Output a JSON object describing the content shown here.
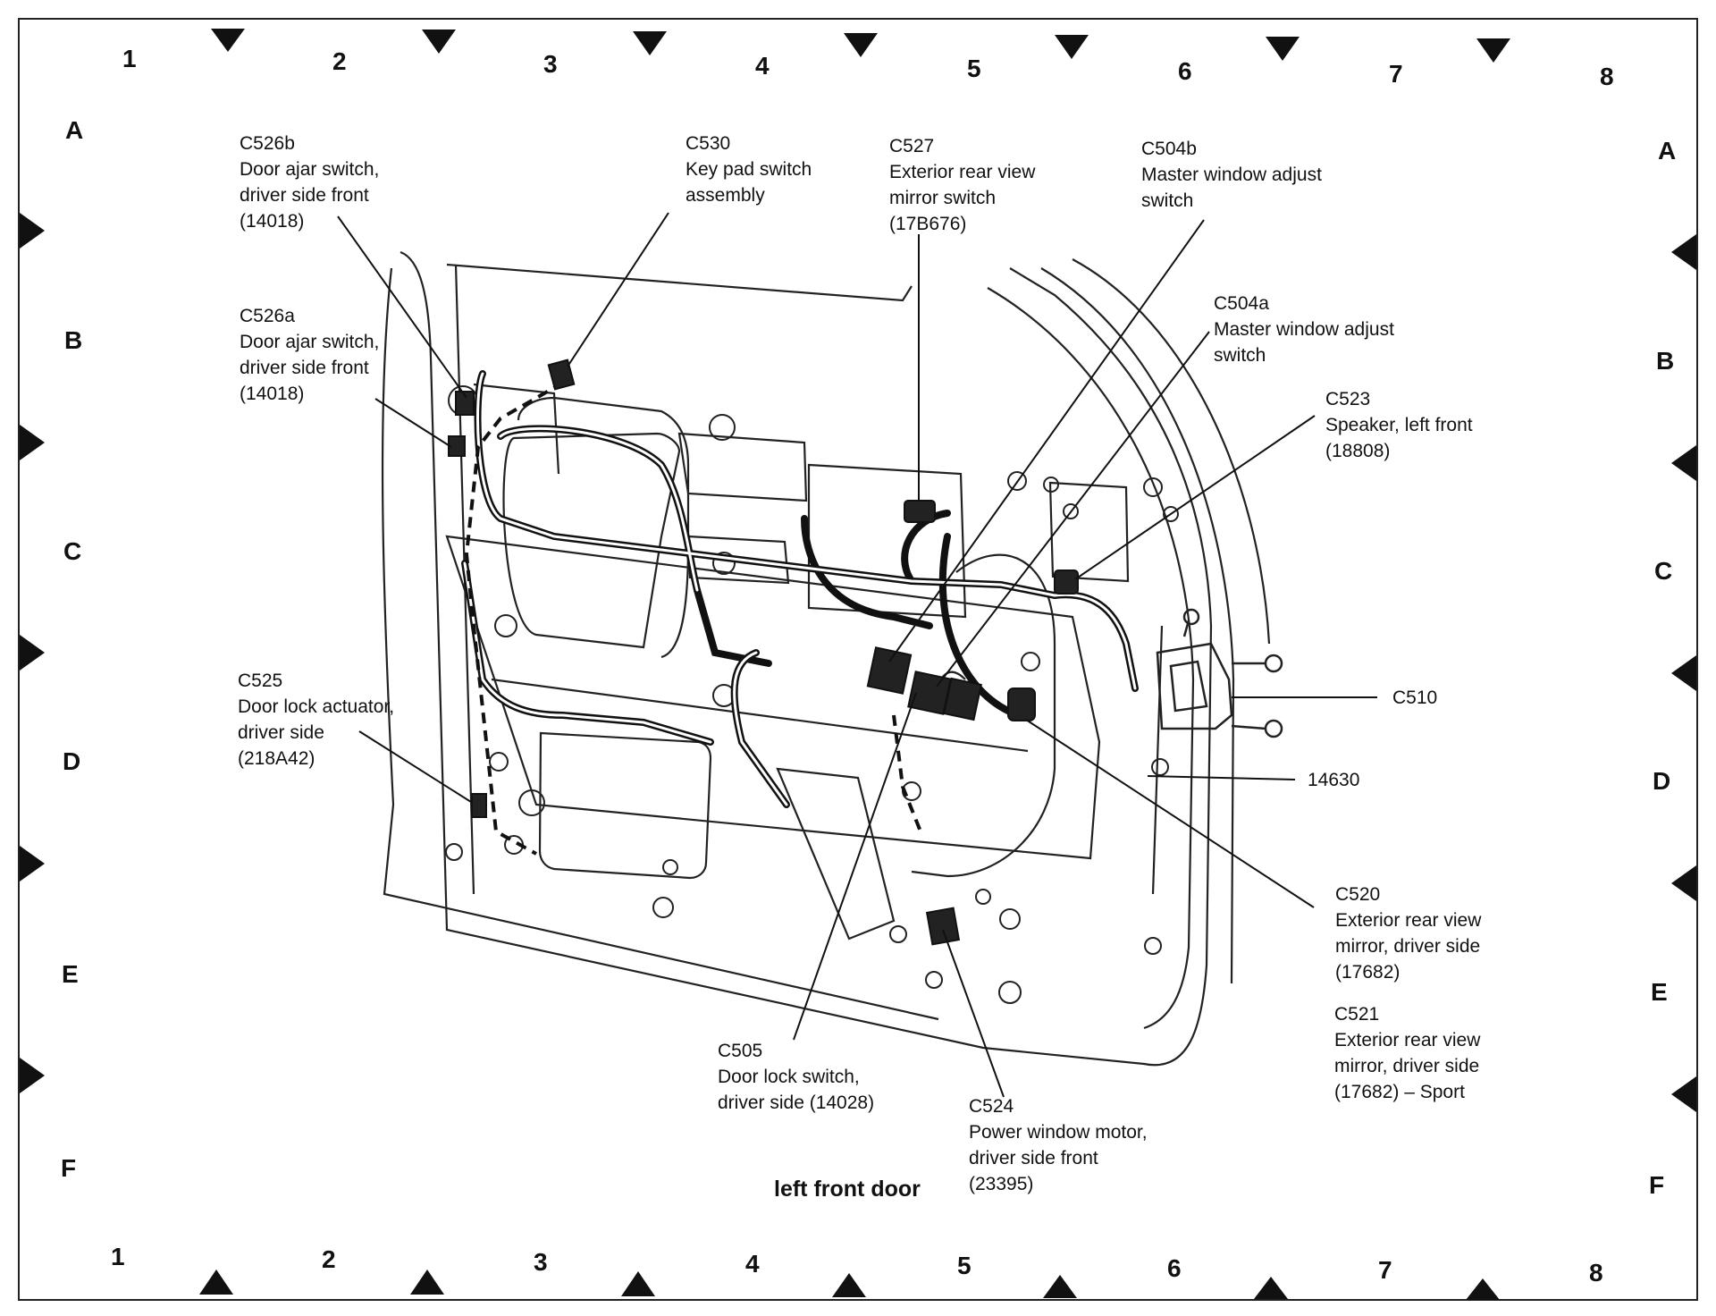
{
  "grid": {
    "columns": [
      "1",
      "2",
      "3",
      "4",
      "5",
      "6",
      "7",
      "8"
    ],
    "rows": [
      "A",
      "B",
      "C",
      "D",
      "E",
      "F"
    ]
  },
  "callouts": {
    "c526b": {
      "code": "C526b",
      "lines": [
        "Door ajar switch,",
        "driver side front",
        "(14018)"
      ]
    },
    "c530": {
      "code": "C530",
      "lines": [
        "Key pad switch",
        "assembly"
      ]
    },
    "c527": {
      "code": "C527",
      "lines": [
        "Exterior rear view",
        "mirror switch",
        "(17B676)"
      ]
    },
    "c504b": {
      "code": "C504b",
      "lines": [
        "Master window adjust",
        "switch"
      ]
    },
    "c504a": {
      "code": "C504a",
      "lines": [
        "Master window adjust",
        "switch"
      ]
    },
    "c526a": {
      "code": "C526a",
      "lines": [
        "Door ajar switch,",
        "driver side front",
        "(14018)"
      ]
    },
    "c523": {
      "code": "C523",
      "lines": [
        "Speaker, left front",
        "(18808)"
      ]
    },
    "c510": {
      "code": "C510"
    },
    "c525": {
      "code": "C525",
      "lines": [
        "Door lock actuator,",
        "driver side",
        "(218A42)"
      ]
    },
    "n14630": {
      "code": "14630"
    },
    "c520": {
      "code": "C520",
      "lines": [
        "Exterior rear view",
        "mirror, driver side",
        "(17682)"
      ]
    },
    "c521": {
      "code": "C521",
      "lines": [
        "Exterior rear view",
        "mirror, driver side",
        "(17682) – Sport"
      ]
    },
    "c505": {
      "code": "C505",
      "lines": [
        "Door lock switch,",
        "driver side (14028)"
      ]
    },
    "c524": {
      "code": "C524",
      "lines": [
        "Power window motor,",
        "driver side front",
        "(23395)"
      ]
    }
  },
  "caption": "left front door"
}
